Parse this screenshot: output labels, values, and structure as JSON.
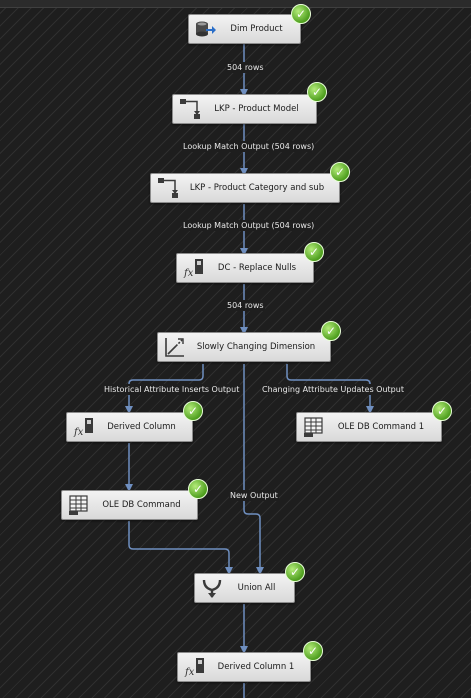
{
  "components": {
    "dim_product": "Dim Product",
    "lkp_product_model": "LKP - Product Model",
    "lkp_product_category": "LKP - Product Category and sub",
    "dc_replace_nulls": "DC - Replace Nulls",
    "scd": "Slowly Changing Dimension",
    "derived_column": "Derived Column",
    "ole_db_command_1": "OLE DB Command 1",
    "ole_db_command": "OLE DB Command",
    "union_all": "Union All",
    "derived_column_1": "Derived Column 1"
  },
  "paths": {
    "p1": "504 rows",
    "p2": "Lookup Match Output (504 rows)",
    "p3": "Lookup Match Output (504 rows)",
    "p4": "504 rows",
    "p5": "Historical Attribute Inserts Output",
    "p6": "Changing Attribute Updates Output",
    "p7": "New Output"
  },
  "status": {
    "icon": "success-check-icon",
    "glyph": "✓"
  },
  "colors": {
    "connector": "#6f8fc0",
    "success": "#5fb32a",
    "canvas": "#1e1e1e"
  }
}
